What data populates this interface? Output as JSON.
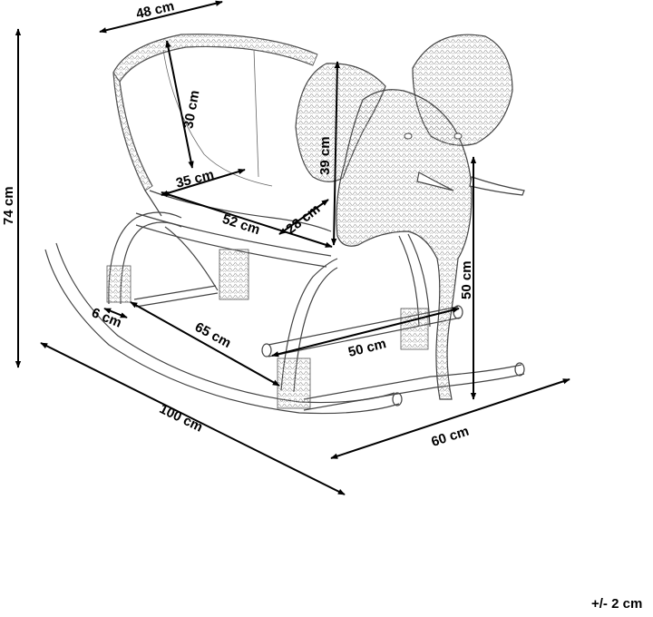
{
  "diagram": {
    "subject": "elephant wicker rocking chair",
    "dimensions": {
      "top_width": "48 cm",
      "backrest_height": "30 cm",
      "seat_width": "35 cm",
      "head_height": "39 cm",
      "seat_depth": "28 cm",
      "seat_rail": "52 cm",
      "total_height": "74 cm",
      "front_height": "50 cm",
      "rocker_gap": "6 cm",
      "rocker_diagonal": "65 cm",
      "footrest": "50 cm",
      "length": "100 cm",
      "width": "60 cm"
    },
    "tolerance": "+/- 2 cm"
  }
}
